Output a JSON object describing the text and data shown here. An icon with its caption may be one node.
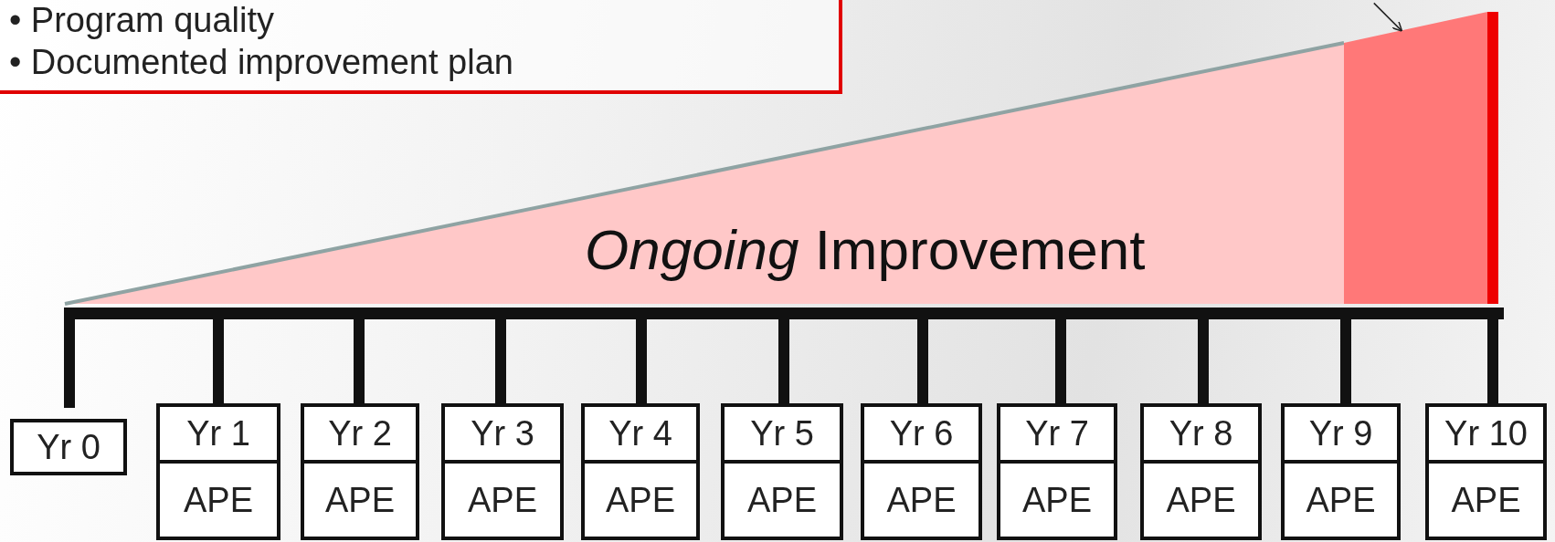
{
  "diagram": {
    "nodes": [
      {
        "text": [
          "• Program quality",
          "• Documented improvement plan"
        ]
      },
      {
        "text": [
          "*Ongoing* Improvement"
        ]
      },
      {
        "text": [],
        "shape": "box"
      },
      {
        "text": [],
        "shape": "bar"
      },
      {
        "text": [
          "Yr 0"
        ]
      },
      {
        "text": [
          "Yr 1"
        ]
      },
      {
        "text": [
          "APE"
        ]
      },
      {
        "text": [
          "Yr 2"
        ]
      },
      {
        "text": [
          "APE"
        ]
      },
      {
        "text": [
          "Yr 3"
        ]
      },
      {
        "text": [
          "APE"
        ]
      },
      {
        "text": [
          "Yr 4"
        ]
      },
      {
        "text": [
          "APE"
        ]
      },
      {
        "text": [
          "Yr 5"
        ]
      },
      {
        "text": [
          "APE"
        ]
      },
      {
        "text": [
          "Yr 6"
        ]
      },
      {
        "text": [
          "APE"
        ]
      },
      {
        "text": [
          "Yr 7"
        ]
      },
      {
        "text": [
          "APE"
        ]
      },
      {
        "text": [
          "Yr 8"
        ]
      },
      {
        "text": [
          "APE"
        ]
      },
      {
        "text": [
          "Yr 9"
        ]
      },
      {
        "text": [
          "APE"
        ]
      },
      {
        "text": [
          "Yr 10"
        ]
      },
      {
        "text": [
          "APE"
        ]
      }
    ],
    "edges": [
      {
        "from": null,
        "to": 2,
        "arrow": "to"
      }
    ]
  }
}
